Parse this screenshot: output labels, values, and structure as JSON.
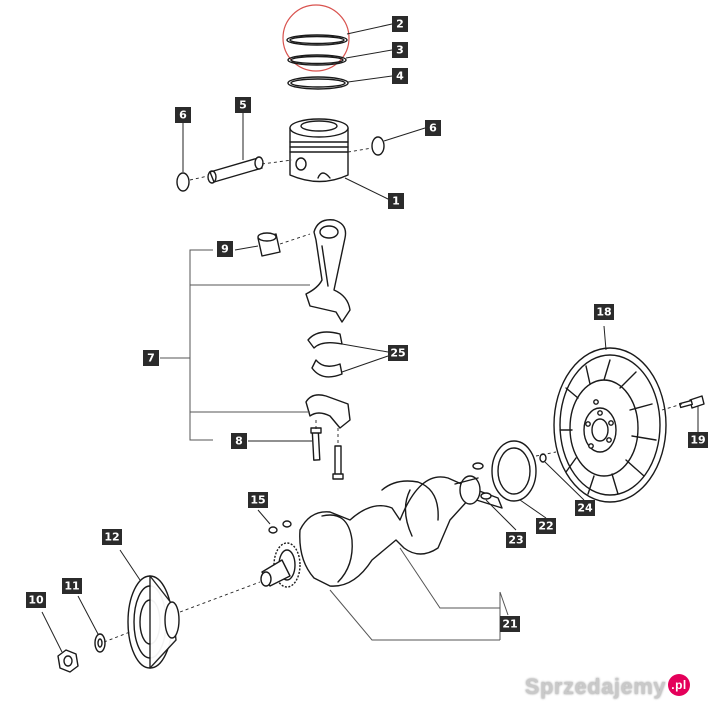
{
  "callouts": [
    {
      "id": "c1",
      "label": "1"
    },
    {
      "id": "c2",
      "label": "2"
    },
    {
      "id": "c3",
      "label": "3"
    },
    {
      "id": "c4",
      "label": "4"
    },
    {
      "id": "c5",
      "label": "5"
    },
    {
      "id": "c6a",
      "label": "6"
    },
    {
      "id": "c6b",
      "label": "6"
    },
    {
      "id": "c7",
      "label": "7"
    },
    {
      "id": "c8",
      "label": "8"
    },
    {
      "id": "c9",
      "label": "9"
    },
    {
      "id": "c10",
      "label": "10"
    },
    {
      "id": "c11",
      "label": "11"
    },
    {
      "id": "c12",
      "label": "12"
    },
    {
      "id": "c15",
      "label": "15"
    },
    {
      "id": "c18",
      "label": "18"
    },
    {
      "id": "c19",
      "label": "19"
    },
    {
      "id": "c21",
      "label": "21"
    },
    {
      "id": "c22",
      "label": "22"
    },
    {
      "id": "c23",
      "label": "23"
    },
    {
      "id": "c24",
      "label": "24"
    },
    {
      "id": "c25",
      "label": "25"
    }
  ],
  "watermark": {
    "text": "Sprzedajemy",
    "badge": ".pl"
  },
  "colors": {
    "callout_bg": "#2b2b2b",
    "callout_text": "#ffffff",
    "highlight_ring": "#d9534f",
    "line": "#1a1a1a",
    "watermark_badge": "#e4005a"
  }
}
